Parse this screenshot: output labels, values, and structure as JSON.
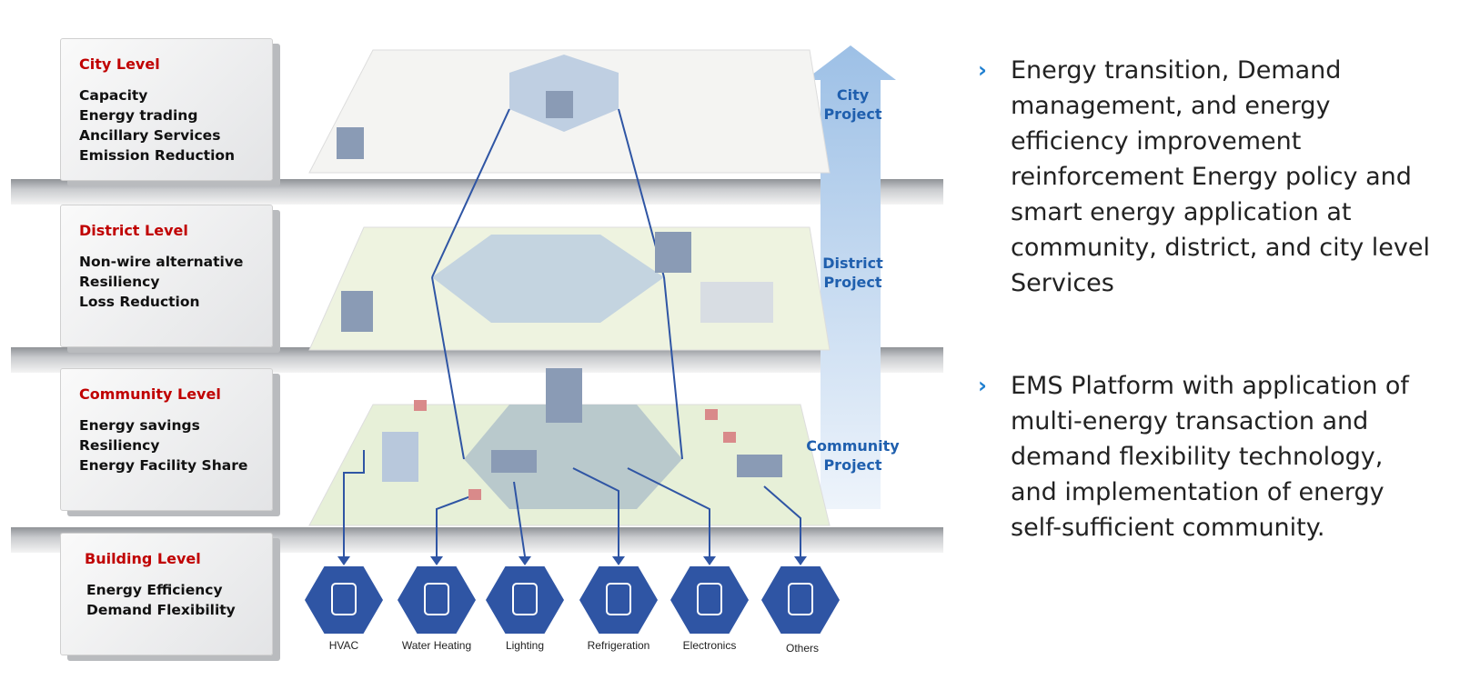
{
  "levels": [
    {
      "title": "City Level",
      "items": [
        "Capacity",
        "Energy trading",
        "Ancillary Services",
        "Emission Reduction"
      ]
    },
    {
      "title": "District Level",
      "items": [
        "Non-wire alternative",
        "Resiliency",
        "Loss Reduction"
      ]
    },
    {
      "title": "Community Level",
      "items": [
        "Energy savings",
        "Resiliency",
        "Energy Facility Share"
      ]
    },
    {
      "title": "Building Level",
      "items": [
        "Energy Efficiency",
        "Demand Flexibility"
      ]
    }
  ],
  "projects": [
    {
      "line1": "City",
      "line2": "Project"
    },
    {
      "line1": "District",
      "line2": "Project"
    },
    {
      "line1": "Community",
      "line2": "Project"
    }
  ],
  "appliances": [
    "HVAC",
    "Water Heating",
    "Lighting",
    "Refrigeration",
    "Electronics",
    "Others"
  ],
  "bullets": [
    "Energy transition, Demand management, and energy efficiency improvement reinforcement Energy policy and smart energy application at community, district, and city level  Services",
    "EMS Platform with application of multi-energy transaction and demand flexibility technology, and implementation of energy self-sufficient community."
  ],
  "colors": {
    "accent": "#2f55a4",
    "red": "#c00000",
    "project": "#1f5fae"
  }
}
